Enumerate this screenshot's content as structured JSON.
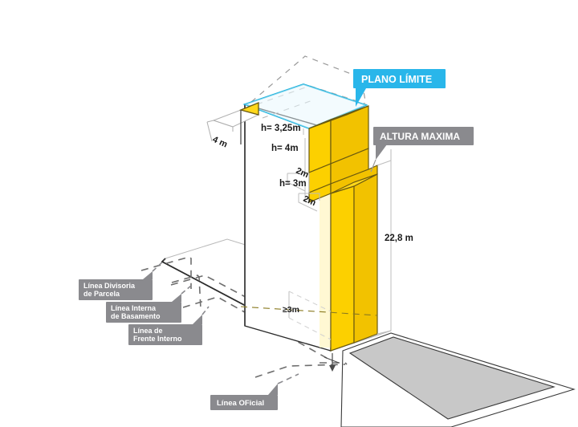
{
  "diagram": {
    "title": "Plano Limite - Altura Maxima (isometric building envelope diagram)",
    "background_color": "#ffffff"
  },
  "colors": {
    "yellow_face_light": "#FFD81A",
    "yellow_face_mid": "#FCD000",
    "yellow_face_dark": "#F2C200",
    "yellow_edge": "#6b5a10",
    "cyan": "#21b3dd",
    "badge_blue": "#29B6EA",
    "badge_gray": "#8A8A8E",
    "line_dark": "#2b2b2b",
    "line_light": "#b9b9b9",
    "dash_gray": "#6e6e6e",
    "sidewalk_gray": "#c8c8c8",
    "text_dark": "#1a1a1a"
  },
  "badges": [
    {
      "id": "plano-limite",
      "label": "PLANO LÍMITE",
      "color": "#29B6EA",
      "text_color": "#ffffff"
    },
    {
      "id": "altura-maxima",
      "label": "ALTURA MAXIMA",
      "color": "#8A8A8E",
      "text_color": "#ffffff"
    },
    {
      "id": "linea-divisoria",
      "label_line1": "Línea Divisoria",
      "label_line2": "de Parcela",
      "color": "#8A8A8E",
      "text_color": "#ffffff"
    },
    {
      "id": "linea-interna-basamento",
      "label_line1": "Línea Interna",
      "label_line2": "de Basamento",
      "color": "#8A8A8E",
      "text_color": "#ffffff"
    },
    {
      "id": "linea-frente-interno",
      "label_line1": "Línea de",
      "label_line2": "Frente Interno",
      "color": "#8A8A8E",
      "text_color": "#ffffff"
    },
    {
      "id": "linea-oficial",
      "label_line1": "Línea OFicial",
      "label_line2": "",
      "color": "#8A8A8E",
      "text_color": "#ffffff"
    }
  ],
  "dimensions": {
    "left_setback": "4 m",
    "step1_height": "h= 3,25m",
    "step2_height": "h= 4m",
    "step2_depth": "2m",
    "step3_height": "h= 3m",
    "step3_depth": "2m",
    "total_height": "22,8 m",
    "ground_setback": "≥3m"
  },
  "chart_data": {
    "type": "diagram",
    "subject": "Building envelope setback regulation (isometric)",
    "labels": [
      "PLANO LÍMITE",
      "ALTURA MAXIMA",
      "Línea Divisoria de Parcela",
      "Línea Interna de Basamento",
      "Línea de Frente Interno",
      "Línea OFicial"
    ],
    "measurements": [
      {
        "name": "left setback",
        "value": "4 m"
      },
      {
        "name": "top step height",
        "value": "h= 3,25m"
      },
      {
        "name": "second step height",
        "value": "h= 4m"
      },
      {
        "name": "second step depth",
        "value": "2m"
      },
      {
        "name": "third step height",
        "value": "h= 3m"
      },
      {
        "name": "third step depth",
        "value": "2m"
      },
      {
        "name": "overall building height",
        "value": "22,8 m"
      },
      {
        "name": "ground level front setback",
        "value": "≥3m"
      }
    ]
  }
}
